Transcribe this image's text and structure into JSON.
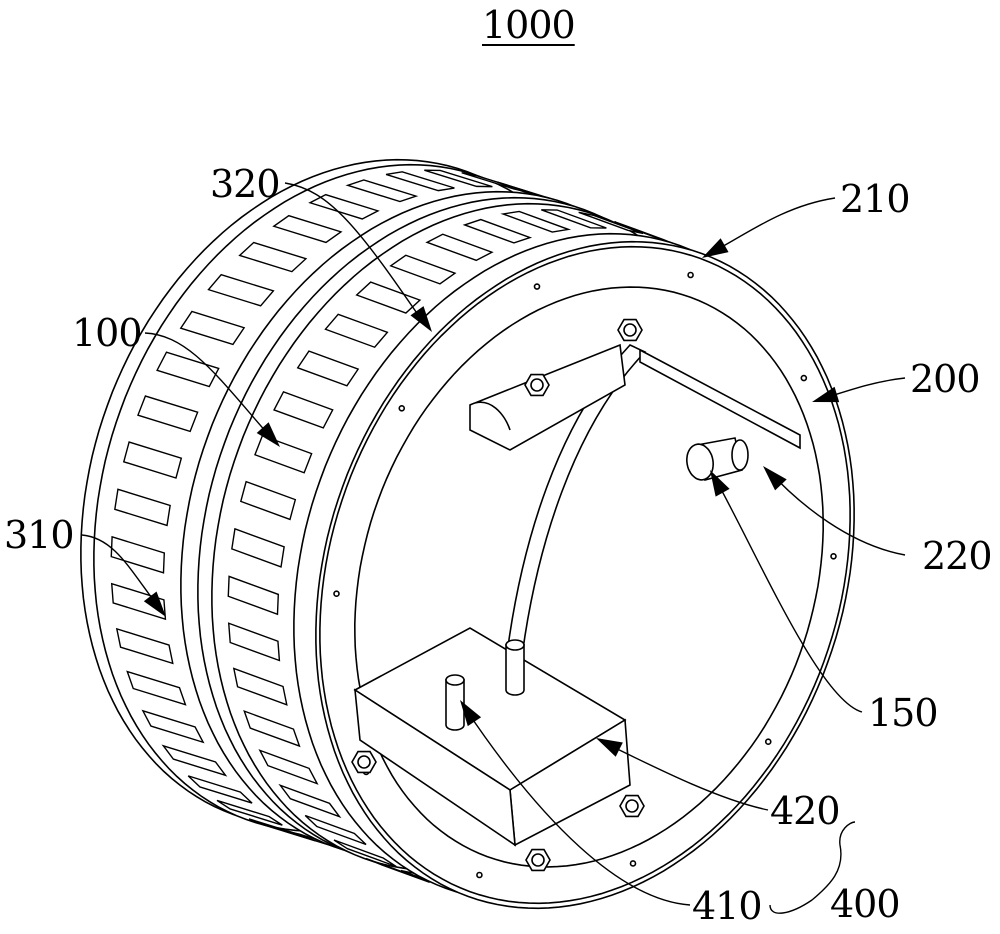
{
  "figure_title": "1000",
  "labels": {
    "l320": "320",
    "l210": "210",
    "l100": "100",
    "l200": "200",
    "l310": "310",
    "l220": "220",
    "l150": "150",
    "l420": "420",
    "l410": "410",
    "l400": "400"
  }
}
